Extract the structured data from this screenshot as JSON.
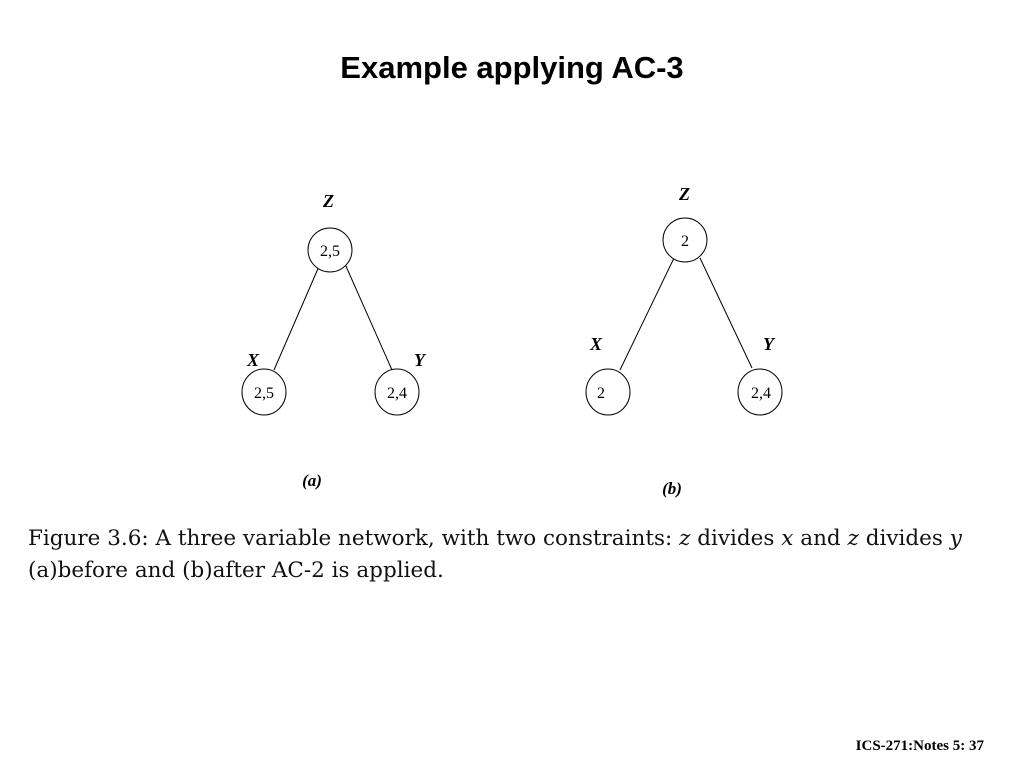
{
  "slide": {
    "title": "Example applying AC-3",
    "footer": "ICS-271:Notes 5: 37"
  },
  "diagram": {
    "panels": [
      {
        "label": "(a)",
        "nodes": {
          "z": {
            "name": "Z",
            "domain": "2,5"
          },
          "x": {
            "name": "X",
            "domain": "2,5"
          },
          "y": {
            "name": "Y",
            "domain": "2,4"
          }
        }
      },
      {
        "label": "(b)",
        "nodes": {
          "z": {
            "name": "Z",
            "domain": "2"
          },
          "x": {
            "name": "X",
            "domain": "2"
          },
          "y": {
            "name": "Y",
            "domain": "2,4"
          }
        }
      }
    ]
  },
  "caption": {
    "prefix": "Figure 3.6:",
    "text_1": " A three variable network, with two constraints: ",
    "var_z1": "z",
    "text_2": " divides ",
    "var_x": "x",
    "text_3": " and ",
    "var_z2": "z",
    "text_4": " divides ",
    "var_y": "y",
    "line_2": "(a)before and (b)after AC-2 is applied."
  }
}
